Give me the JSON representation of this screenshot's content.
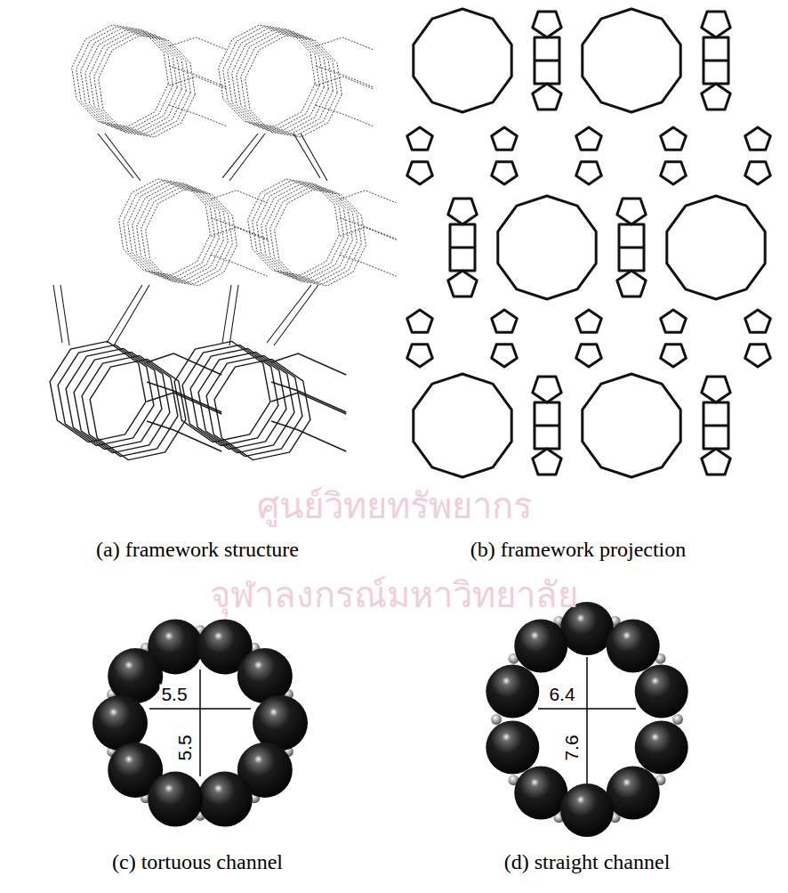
{
  "diagram": {
    "labels": [
      "ศูนย์วิทยทรัพยากร",
      "จุฬาลงกรณ์มหาวิทยาลัย",
      "(a) framework structure",
      "(b) framework projection",
      "5.5",
      "5.5",
      "6.4",
      "7.6",
      "(c) tortuous channel",
      "(d) straight channel"
    ]
  }
}
